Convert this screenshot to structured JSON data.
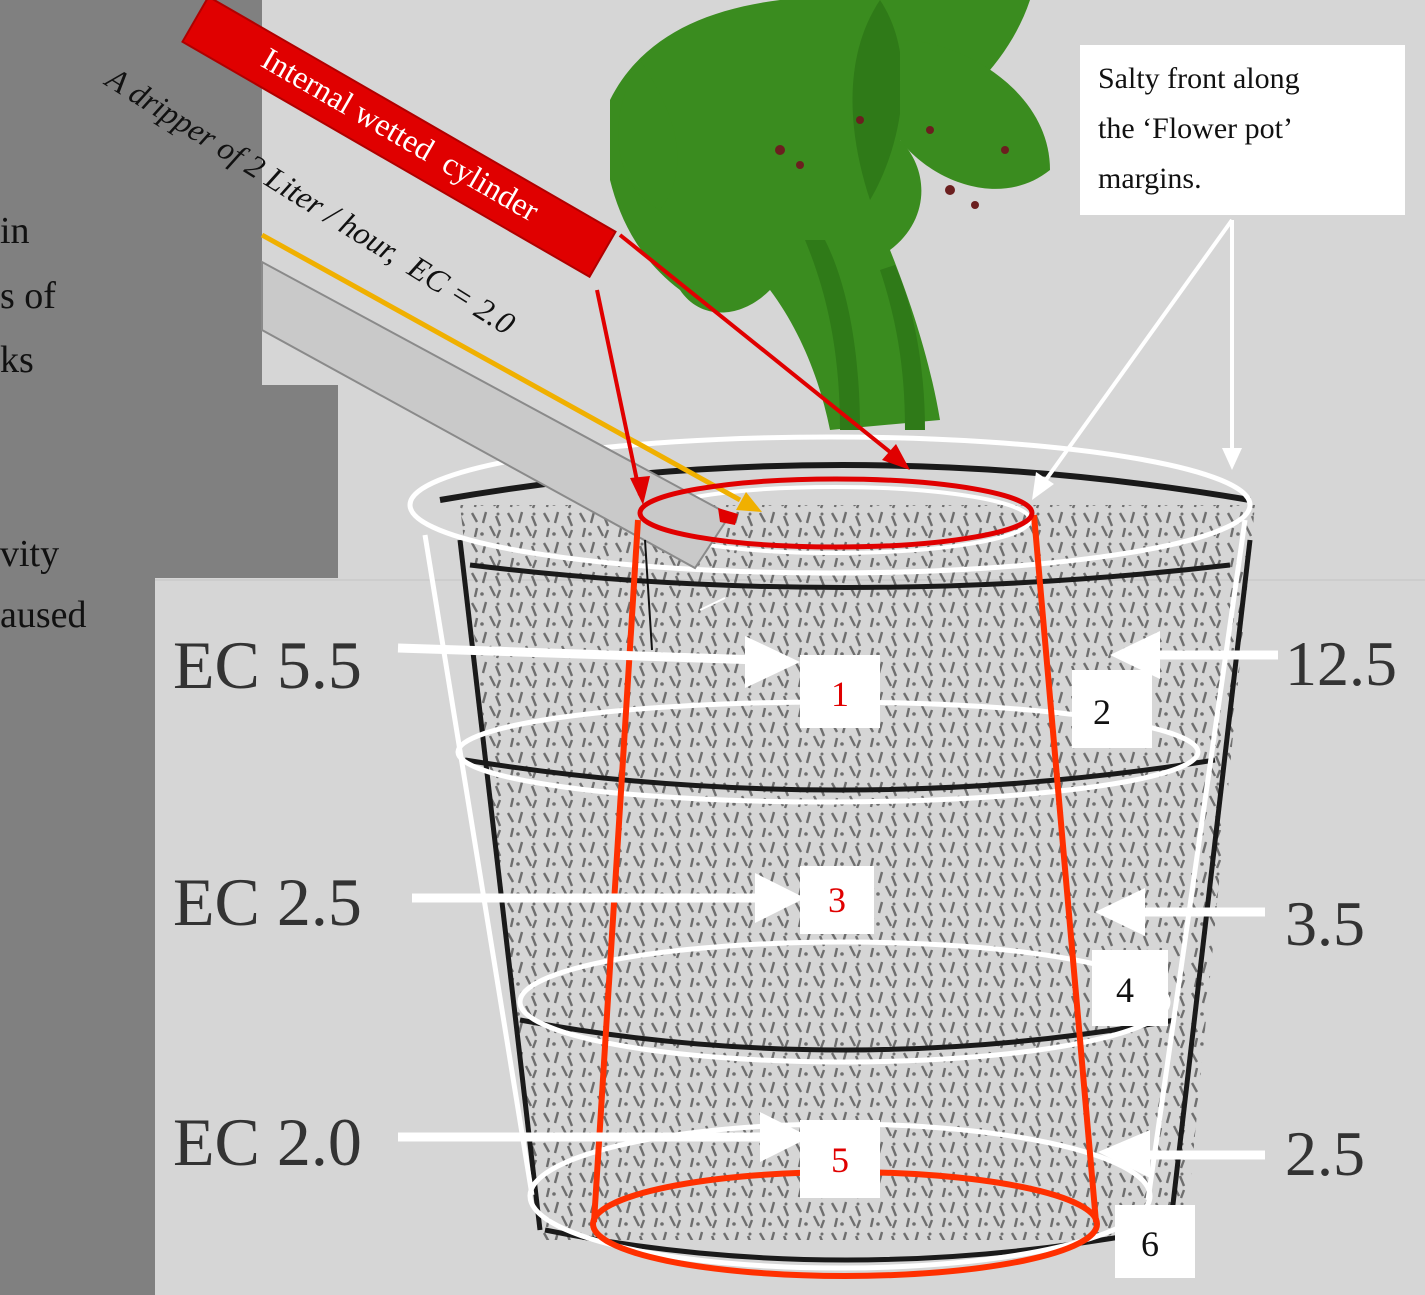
{
  "colors": {
    "background_dark": "#808080",
    "panel_light": "#d6d6d6",
    "plant_green": "#3a8c1f",
    "red": "#e00000",
    "orange": "#f0b000",
    "white": "#ffffff",
    "wetted_line": "#ff3000",
    "text_black": "#111111"
  },
  "left_fragments": [
    "in",
    "s of",
    "ks",
    "vity",
    "aused"
  ],
  "annotations": {
    "wetted_cylinder_label": "Internal wetted  cylinder",
    "dripper_label": "A dripper of 2 Liter / hour,  EC = 2.0",
    "salty_front_label": [
      "Salty front along",
      "the ‘Flower pot’",
      "margins."
    ]
  },
  "measurements": {
    "inner": [
      {
        "ec_label": "EC 5.5",
        "zone": "1"
      },
      {
        "ec_label": "EC 2.5",
        "zone": "3"
      },
      {
        "ec_label": "EC 2.0",
        "zone": "5"
      }
    ],
    "outer": [
      {
        "value": "12.5",
        "zone": "2"
      },
      {
        "value": "3.5",
        "zone": "4"
      },
      {
        "value": "2.5",
        "zone": "6"
      }
    ]
  }
}
